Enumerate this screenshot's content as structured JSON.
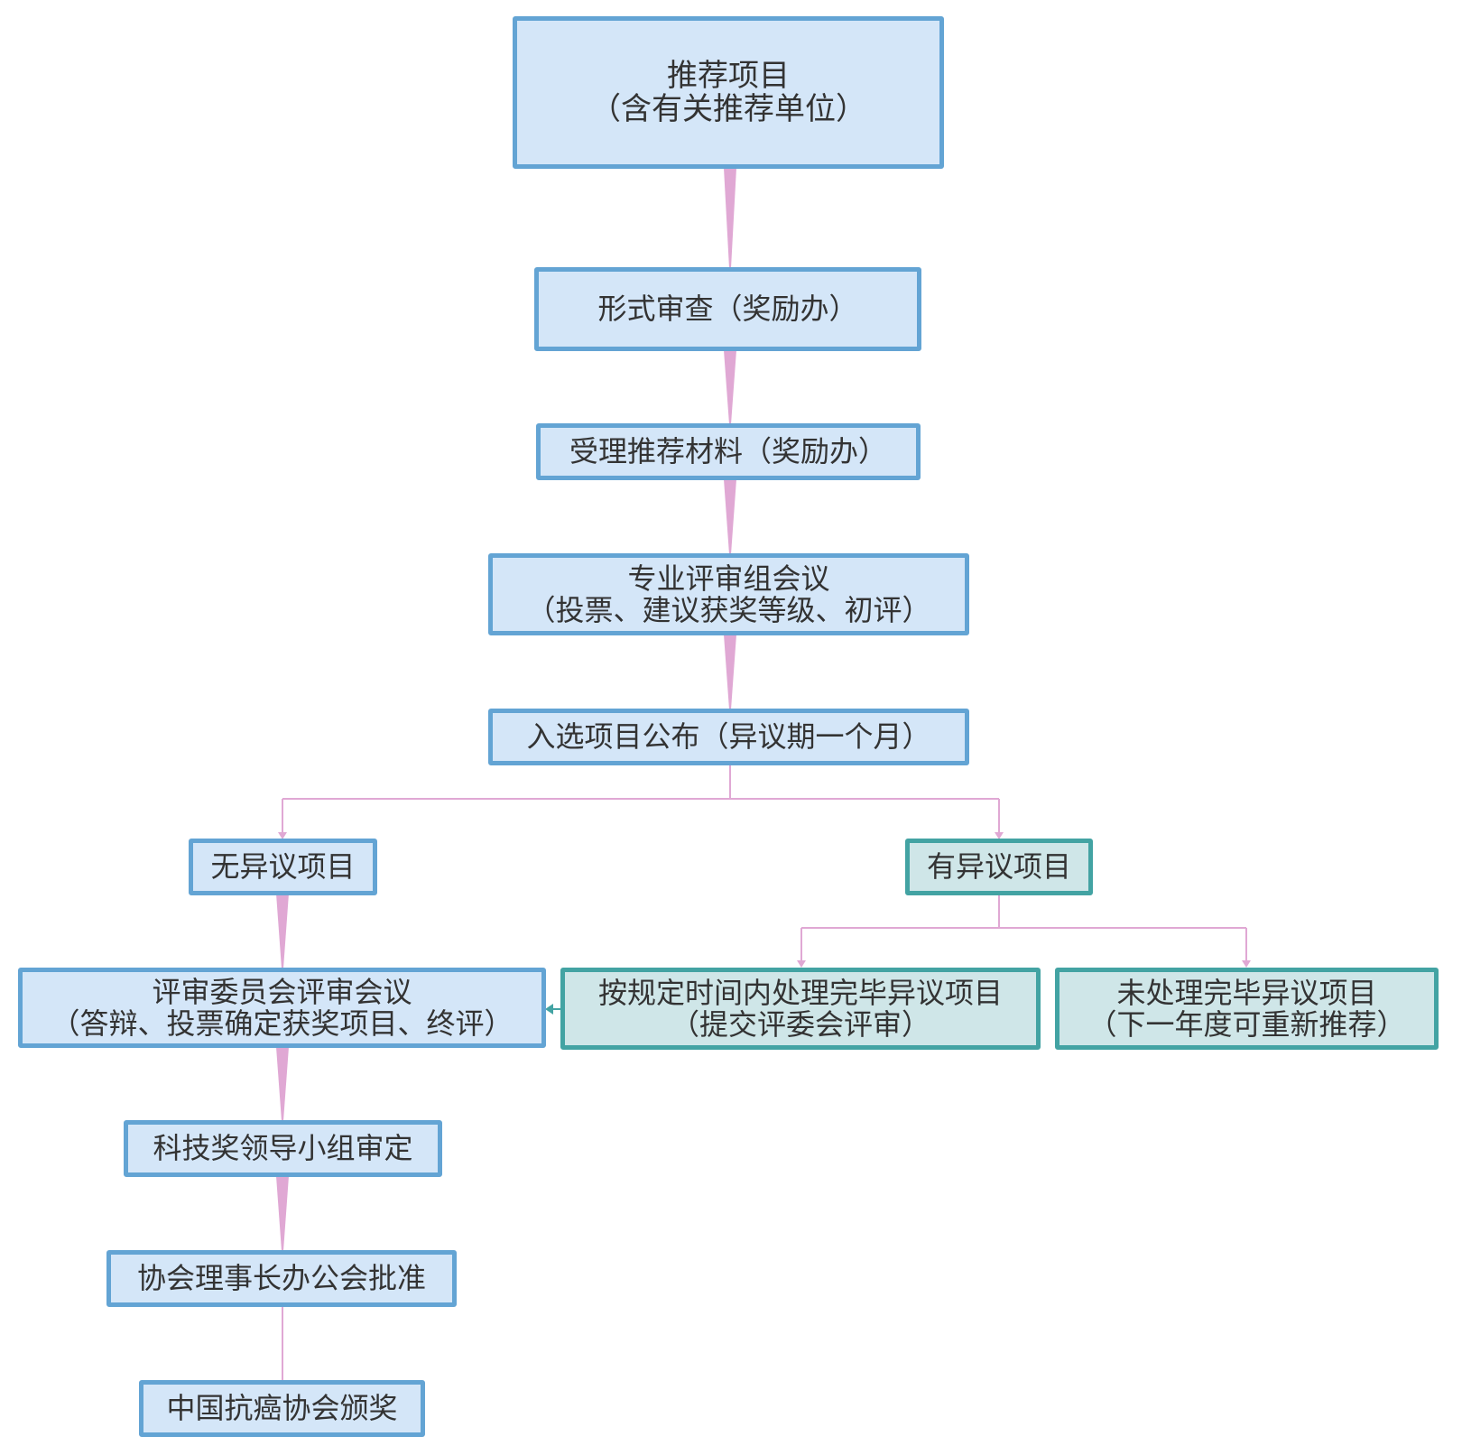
{
  "diagram": {
    "type": "flowchart",
    "colors": {
      "node_fill_blue": "#d4e6f8",
      "node_border_blue": "#63a4d4",
      "node_fill_teal": "#cfe6e8",
      "node_border_teal": "#43a3a3",
      "connector_pink": "#e0a8d4",
      "connector_teal": "#43a3a3",
      "text": "#333333"
    },
    "nodes": {
      "recommend": {
        "line1": "推荐项目",
        "line2": "（含有关推荐单位）"
      },
      "formal_review": {
        "line1": "形式审查（奖励办）"
      },
      "accept_materials": {
        "line1": "受理推荐材料（奖励办）"
      },
      "expert_group": {
        "line1": "专业评审组会议",
        "line2": "（投票、建议获奖等级、初评）"
      },
      "publish": {
        "line1": "入选项目公布（异议期一个月）"
      },
      "no_objection": {
        "line1": "无异议项目"
      },
      "has_objection": {
        "line1": "有异议项目"
      },
      "committee": {
        "line1": "评审委员会评审会议",
        "line2": "（答辩、投票确定获奖项目、终评）"
      },
      "resolved": {
        "line1": "按规定时间内处理完毕异议项目",
        "line2": "（提交评委会评审）"
      },
      "unresolved": {
        "line1": "未处理完毕异议项目",
        "line2": "（下一年度可重新推荐）"
      },
      "leadership": {
        "line1": "科技奖领导小组审定"
      },
      "board_approval": {
        "line1": "协会理事长办公会批准"
      },
      "award": {
        "line1": "中国抗癌协会颁奖"
      }
    },
    "edges": [
      {
        "from": "recommend",
        "to": "formal_review"
      },
      {
        "from": "formal_review",
        "to": "accept_materials"
      },
      {
        "from": "accept_materials",
        "to": "expert_group"
      },
      {
        "from": "expert_group",
        "to": "publish"
      },
      {
        "from": "publish",
        "to": "no_objection"
      },
      {
        "from": "publish",
        "to": "has_objection"
      },
      {
        "from": "no_objection",
        "to": "committee"
      },
      {
        "from": "has_objection",
        "to": "resolved"
      },
      {
        "from": "has_objection",
        "to": "unresolved"
      },
      {
        "from": "resolved",
        "to": "committee"
      },
      {
        "from": "committee",
        "to": "leadership"
      },
      {
        "from": "leadership",
        "to": "board_approval"
      },
      {
        "from": "board_approval",
        "to": "award"
      }
    ]
  }
}
